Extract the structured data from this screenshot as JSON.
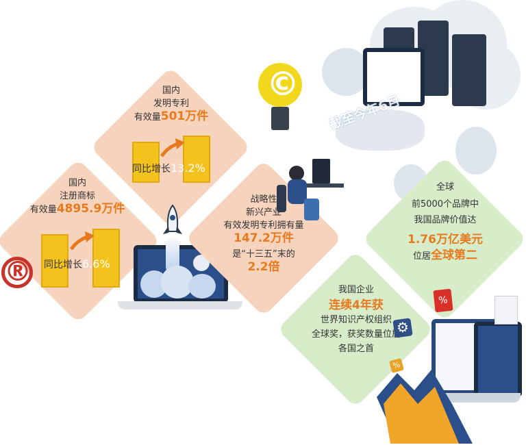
{
  "patents": {
    "line1": "国内",
    "line2": "发明专利",
    "prefix": "有效量",
    "value": "501万件",
    "growth_label": "同比增长",
    "growth_value": "13.2%"
  },
  "trademarks": {
    "line1": "国内",
    "line2": "注册商标",
    "prefix": "有效量",
    "value": "4895.9万件",
    "growth_label": "同比增长",
    "growth_value": "6.6%"
  },
  "strategic": {
    "line1": "战略性",
    "line2": "新兴产业",
    "line3": "有效发明专利拥有量",
    "value": "147.2万件",
    "line5": "是“十三五”末的",
    "multiple": "2.2倍"
  },
  "brands": {
    "line1": "全球",
    "line2": "前5000个品牌中",
    "line3": "我国品牌价值达",
    "value": "1.76万亿美元",
    "prefix": "位居",
    "rank": "全球第二"
  },
  "awards": {
    "line1": "我国企业",
    "highlight": "连续4年获",
    "line3": "世界知识产权组织",
    "line4": "全球奖，获奖数量位居",
    "line5": "各国之首"
  },
  "stamp_text": "截至今年6月",
  "icons": {
    "copyright": "©",
    "registered": "®",
    "percent": "%",
    "gear": "⚙"
  },
  "colors": {
    "peach": "#f6d3bd",
    "green": "#d7ecc9",
    "accent": "#e67a1e",
    "bar": "#f4c21d",
    "registered_red": "#c8342b"
  }
}
